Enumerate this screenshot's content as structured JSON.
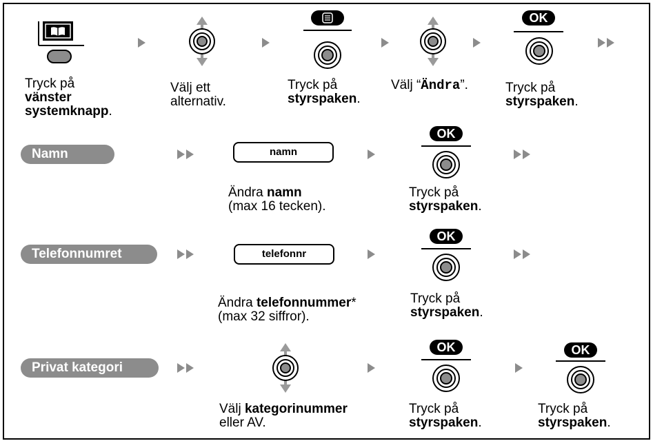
{
  "steps": {
    "s1": {
      "line1": "Tryck på",
      "bold1": "vänster",
      "bold2": "systemknapp",
      "end": "."
    },
    "s2": {
      "line1": "Välj ett",
      "line2": "alternativ."
    },
    "s3": {
      "line1": "Tryck på",
      "bold": "styrspaken",
      "end": "."
    },
    "s4": {
      "prefix": "Välj “",
      "mono": "Ändra",
      "suffix": "”."
    },
    "s5": {
      "line1": "Tryck på",
      "bold": "styrspaken",
      "end": "."
    }
  },
  "ok_label": "OK",
  "rows": {
    "namn": {
      "pill": "Namn",
      "field": "namn",
      "edit_prefix": "Ändra ",
      "edit_bold": "namn",
      "edit_line2": "(max 16 tecken).",
      "confirm_line1": "Tryck på",
      "confirm_bold": "styrspaken",
      "confirm_end": "."
    },
    "telefon": {
      "pill": "Telefonnumret",
      "field": "telefonnr",
      "edit_prefix": "Ändra ",
      "edit_bold": "telefonnummer",
      "edit_suffix": "*",
      "edit_line2": "(max 32 siffror).",
      "confirm_line1": "Tryck på",
      "confirm_bold": "styrspaken",
      "confirm_end": "."
    },
    "privat": {
      "pill": "Privat kategori",
      "select_prefix": "Välj ",
      "select_bold": "kategorinummer",
      "select_line2": "eller AV.",
      "confirm1_line1": "Tryck på",
      "confirm1_bold": "styrspaken",
      "confirm1_end": ".",
      "confirm2_line1": "Tryck på",
      "confirm2_bold": "styrspaken",
      "confirm2_end": "."
    }
  },
  "icons": {
    "book": "phonebook-icon",
    "softkey": "soft-button-icon",
    "joystick_updown": "navigator-up-down-icon",
    "joystick_press": "navigator-press-icon",
    "menu": "menu-button-icon"
  }
}
